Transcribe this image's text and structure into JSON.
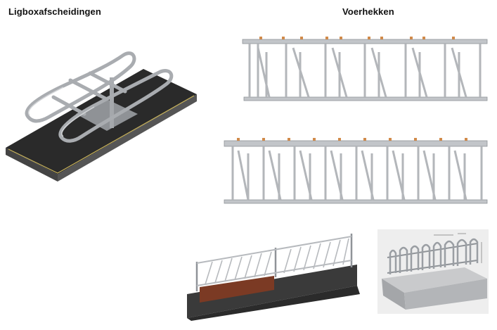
{
  "headings": {
    "left": "Ligboxafscheidingen",
    "right": "Voerhekken"
  },
  "figures": {
    "stall": {
      "description_icon": "cubicle-divider-icon"
    },
    "rail_a": {
      "segments": 6
    },
    "rail_b": {
      "segments": 8
    },
    "fence": {
      "description_icon": "feed-fence-icon"
    },
    "loops": {
      "loops": 8
    }
  },
  "colors": {
    "steel": "#b9bcc0",
    "steel_dark": "#8a8e93",
    "mat": "#1e1e1e",
    "concrete": "#3a3a3a",
    "brick": "#7b3a24",
    "knob": "#d08a4a"
  }
}
